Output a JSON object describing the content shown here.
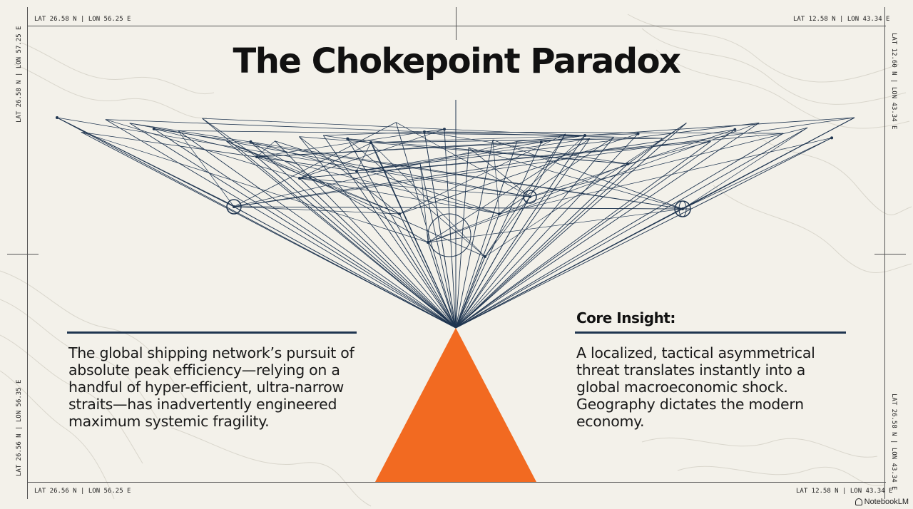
{
  "title": "The Chokepoint Paradox",
  "coords": {
    "top_left": "LAT 26.58 N | LON 56.25 E",
    "top_right": "LAT 12.58 N | LON 43.34 E",
    "left_upper": "LAT 26.58 N | LON 57.25 E",
    "left_lower": "LAT 26.56 N | LON 56.35 E",
    "right_upper": "LAT 12.60 N | LON 43.34 E",
    "right_lower": "LAT 26.58 N | LON 43.34 E",
    "bottom_left": "LAT 26.56 N | LON 56.25 E",
    "bottom_right": "LAT 12.58 N | LON 43.34 E"
  },
  "left_text": "The global shipping network’s pursuit of absolute peak efficiency—relying on a handful of hyper-efficient, ultra-narrow straits—has inadvertently engineered maximum systemic fragility.",
  "insight": {
    "title": "Core Insight:",
    "text": "A localized, tactical asymmetrical threat translates instantly into a global macroeconomic shock. Geography dictates the modern economy."
  },
  "colors": {
    "accent": "#f26a21",
    "network": "#1f3550",
    "rule": "#1f3550",
    "background": "#f3f1ea"
  },
  "brand": "NotebookLM"
}
